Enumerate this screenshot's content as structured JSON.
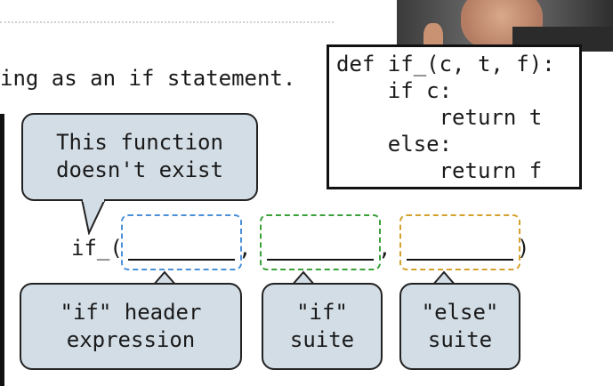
{
  "slide": {
    "title_text": "ing as an if statement.",
    "code_lines": [
      "def if_(c, t, f):",
      "    if c:",
      "        return t",
      "    else:",
      "        return f"
    ],
    "callout_top": [
      "This function",
      "doesn't exist"
    ],
    "call_prefix": "if_(",
    "separator_1": ",",
    "separator_2": ",",
    "call_suffix": ")",
    "callout_header": [
      "\"if\" header",
      "expression"
    ],
    "callout_if_suite": [
      "\"if\"",
      "suite"
    ],
    "callout_else_suite": [
      "\"else\"",
      "suite"
    ]
  },
  "colors": {
    "callout_fill": "#d3dde6",
    "slot_header": "#4a90d9",
    "slot_if": "#3aa03a",
    "slot_else": "#d4a22c"
  }
}
